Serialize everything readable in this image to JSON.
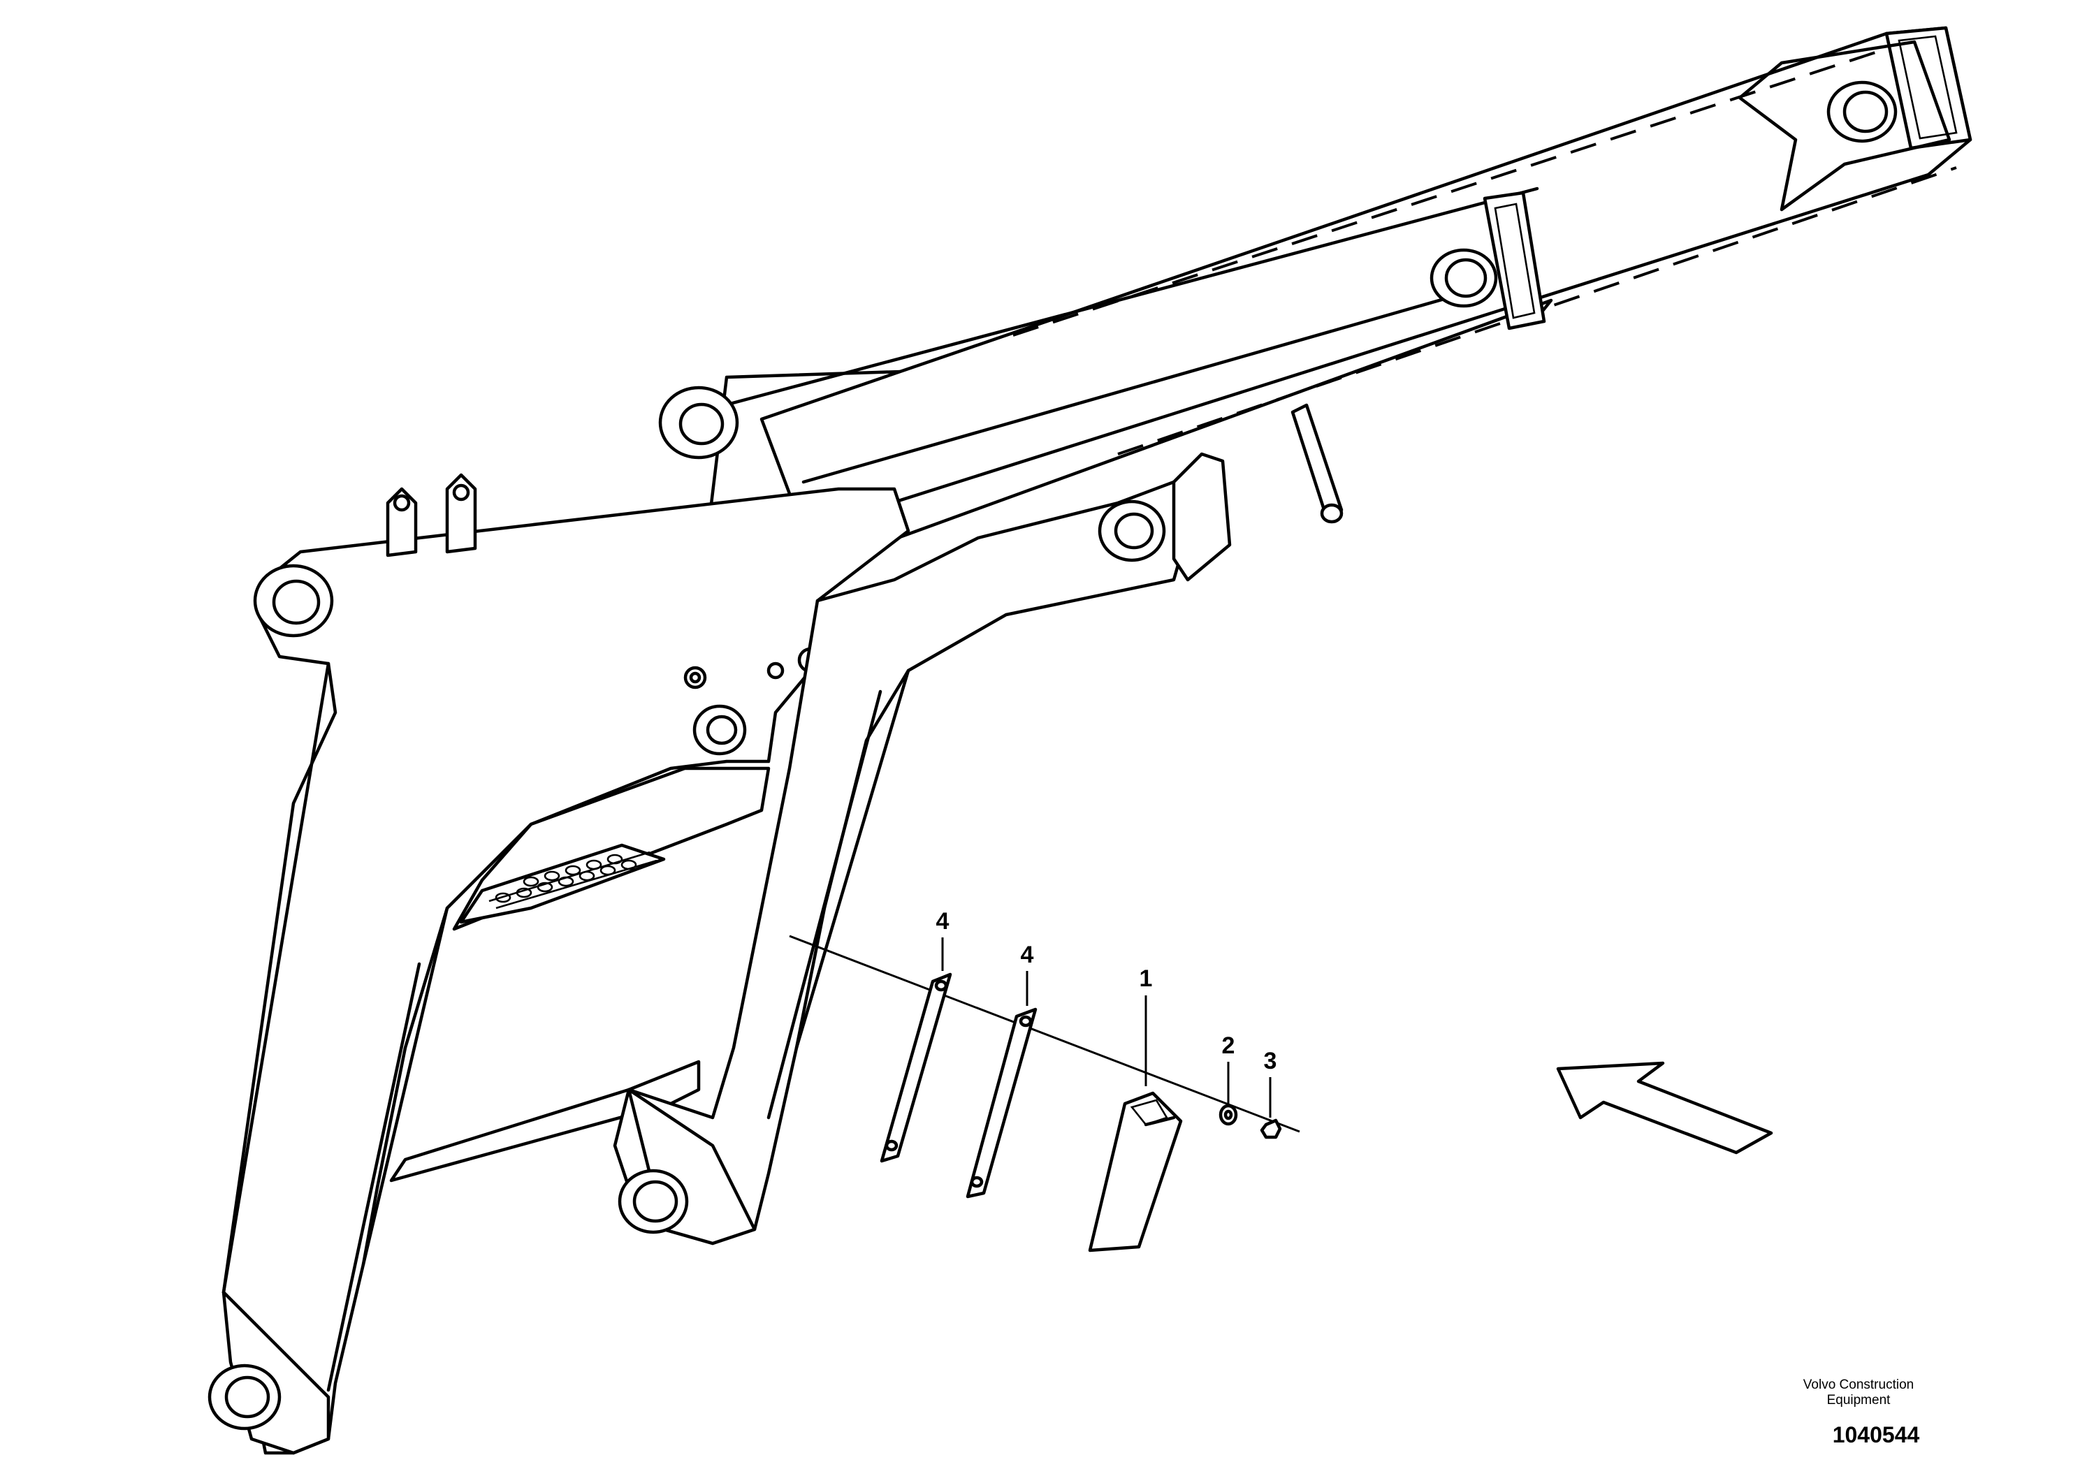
{
  "callouts": {
    "part_1": "1",
    "part_2": "2",
    "part_3": "3",
    "part_4a": "4",
    "part_4b": "4"
  },
  "footer": {
    "brand_line1": "Volvo Construction",
    "brand_line2": "Equipment",
    "reference_number": "1040544"
  },
  "colors": {
    "line": "#000000",
    "background": "#ffffff"
  },
  "icons": {
    "direction_arrow": "hollow-arrow-pointing-up-left"
  }
}
